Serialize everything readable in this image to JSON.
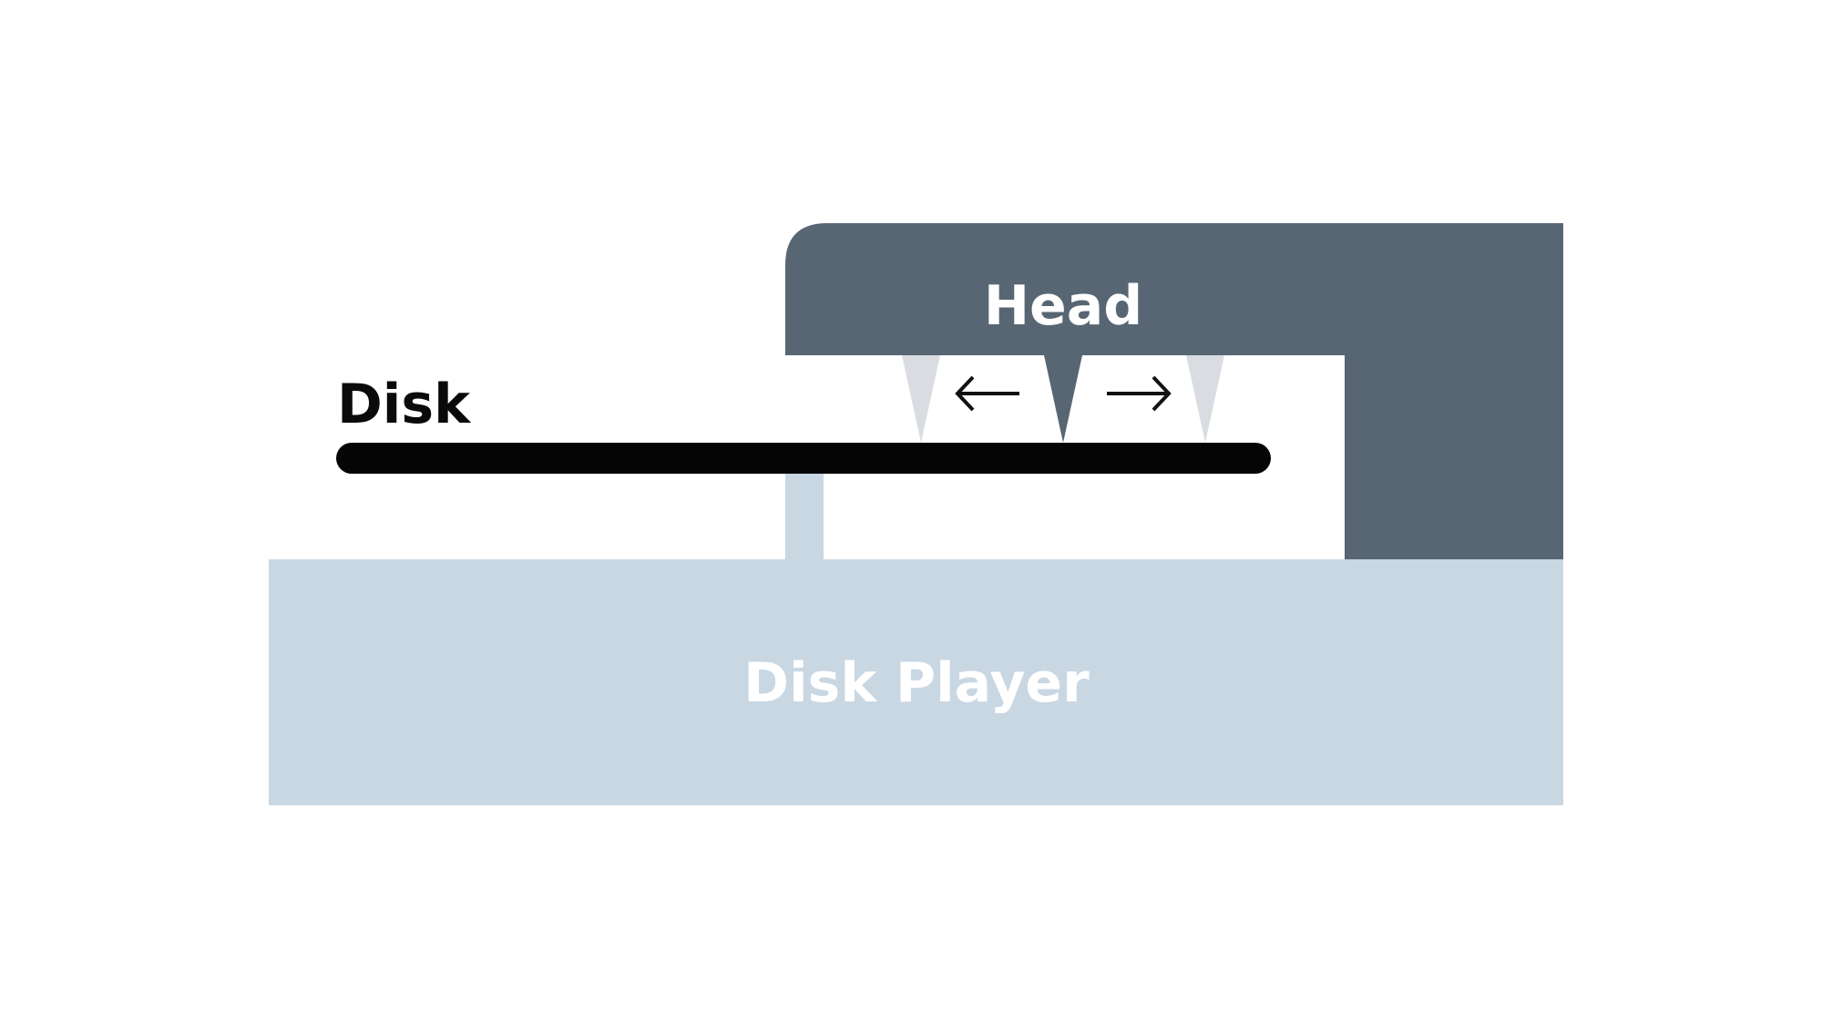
{
  "labels": {
    "head": "Head",
    "disk": "Disk",
    "disk_player": "Disk Player"
  },
  "arrows": {
    "left": "⟵",
    "right": "⟶"
  },
  "colors": {
    "background": "#ffffff",
    "head": "#586673",
    "disk": "#050505",
    "disk_player": "#c9d7e3",
    "needle_ghost": "#d9dde2",
    "head_label": "#ffffff",
    "disk_label": "#0a0a0a",
    "disk_player_label": "#ffffff"
  }
}
